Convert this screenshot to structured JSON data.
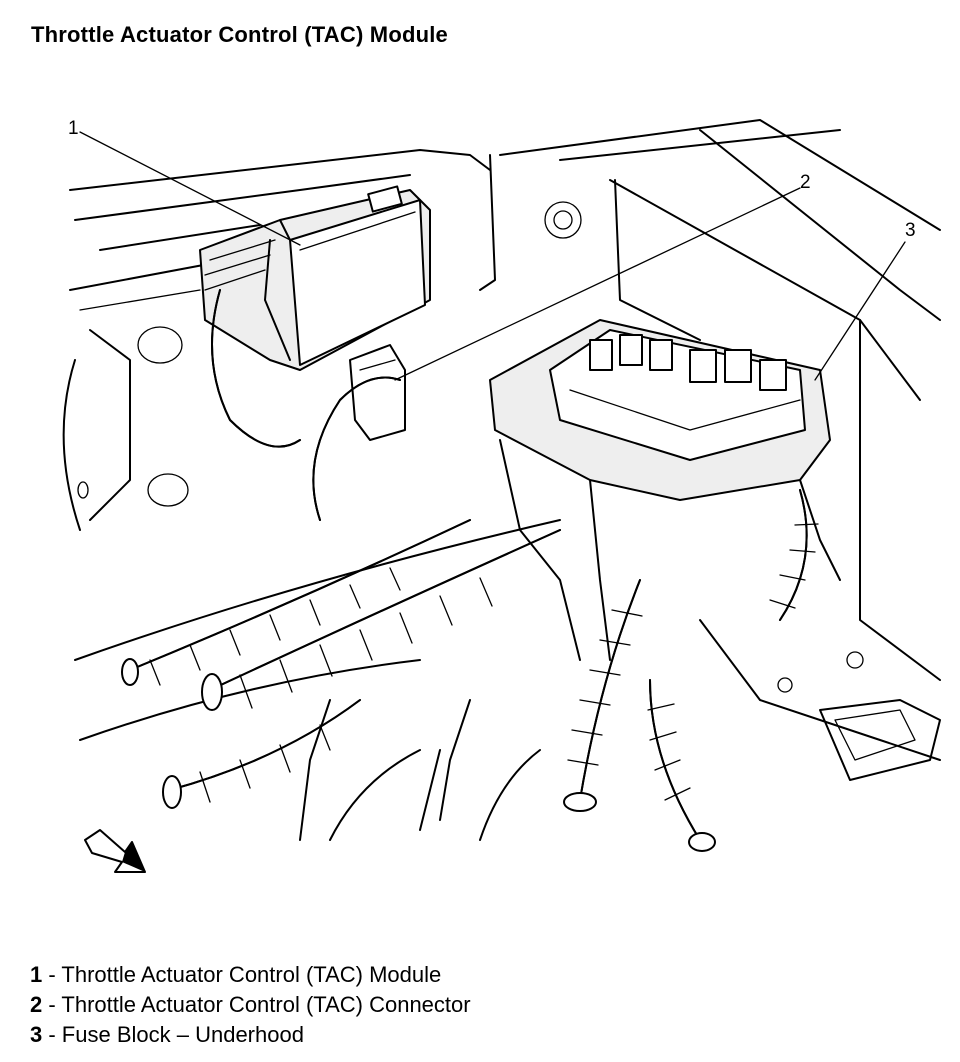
{
  "title": "Throttle Actuator Control (TAC) Module",
  "callouts": [
    {
      "number": "1"
    },
    {
      "number": "2"
    },
    {
      "number": "3"
    }
  ],
  "legend": [
    {
      "number": "1",
      "label": " - Throttle Actuator Control (TAC) Module"
    },
    {
      "number": "2",
      "label": " - Throttle Actuator Control (TAC) Connector"
    },
    {
      "number": "3",
      "label": " - Fuse Block – Underhood"
    }
  ]
}
